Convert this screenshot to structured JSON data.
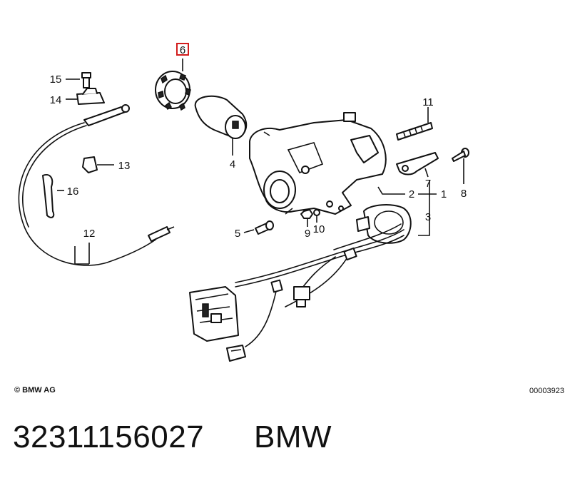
{
  "callouts": {
    "c6": "6",
    "c15": "15",
    "c14": "14",
    "c11": "11",
    "c13": "13",
    "c4": "4",
    "c8": "8",
    "c7": "7",
    "c16": "16",
    "c2": "2",
    "c1": "1",
    "c3": "3",
    "c12": "12",
    "c5": "5",
    "c9": "9",
    "c10": "10"
  },
  "highlighted_callout": "6",
  "colors": {
    "highlight": "#d21c1c",
    "ink": "#111111"
  },
  "footer": {
    "copyright": "© BMW AG",
    "diagram_number": "00003923"
  },
  "caption": {
    "part_number": "32311156027",
    "brand": "BMW"
  }
}
